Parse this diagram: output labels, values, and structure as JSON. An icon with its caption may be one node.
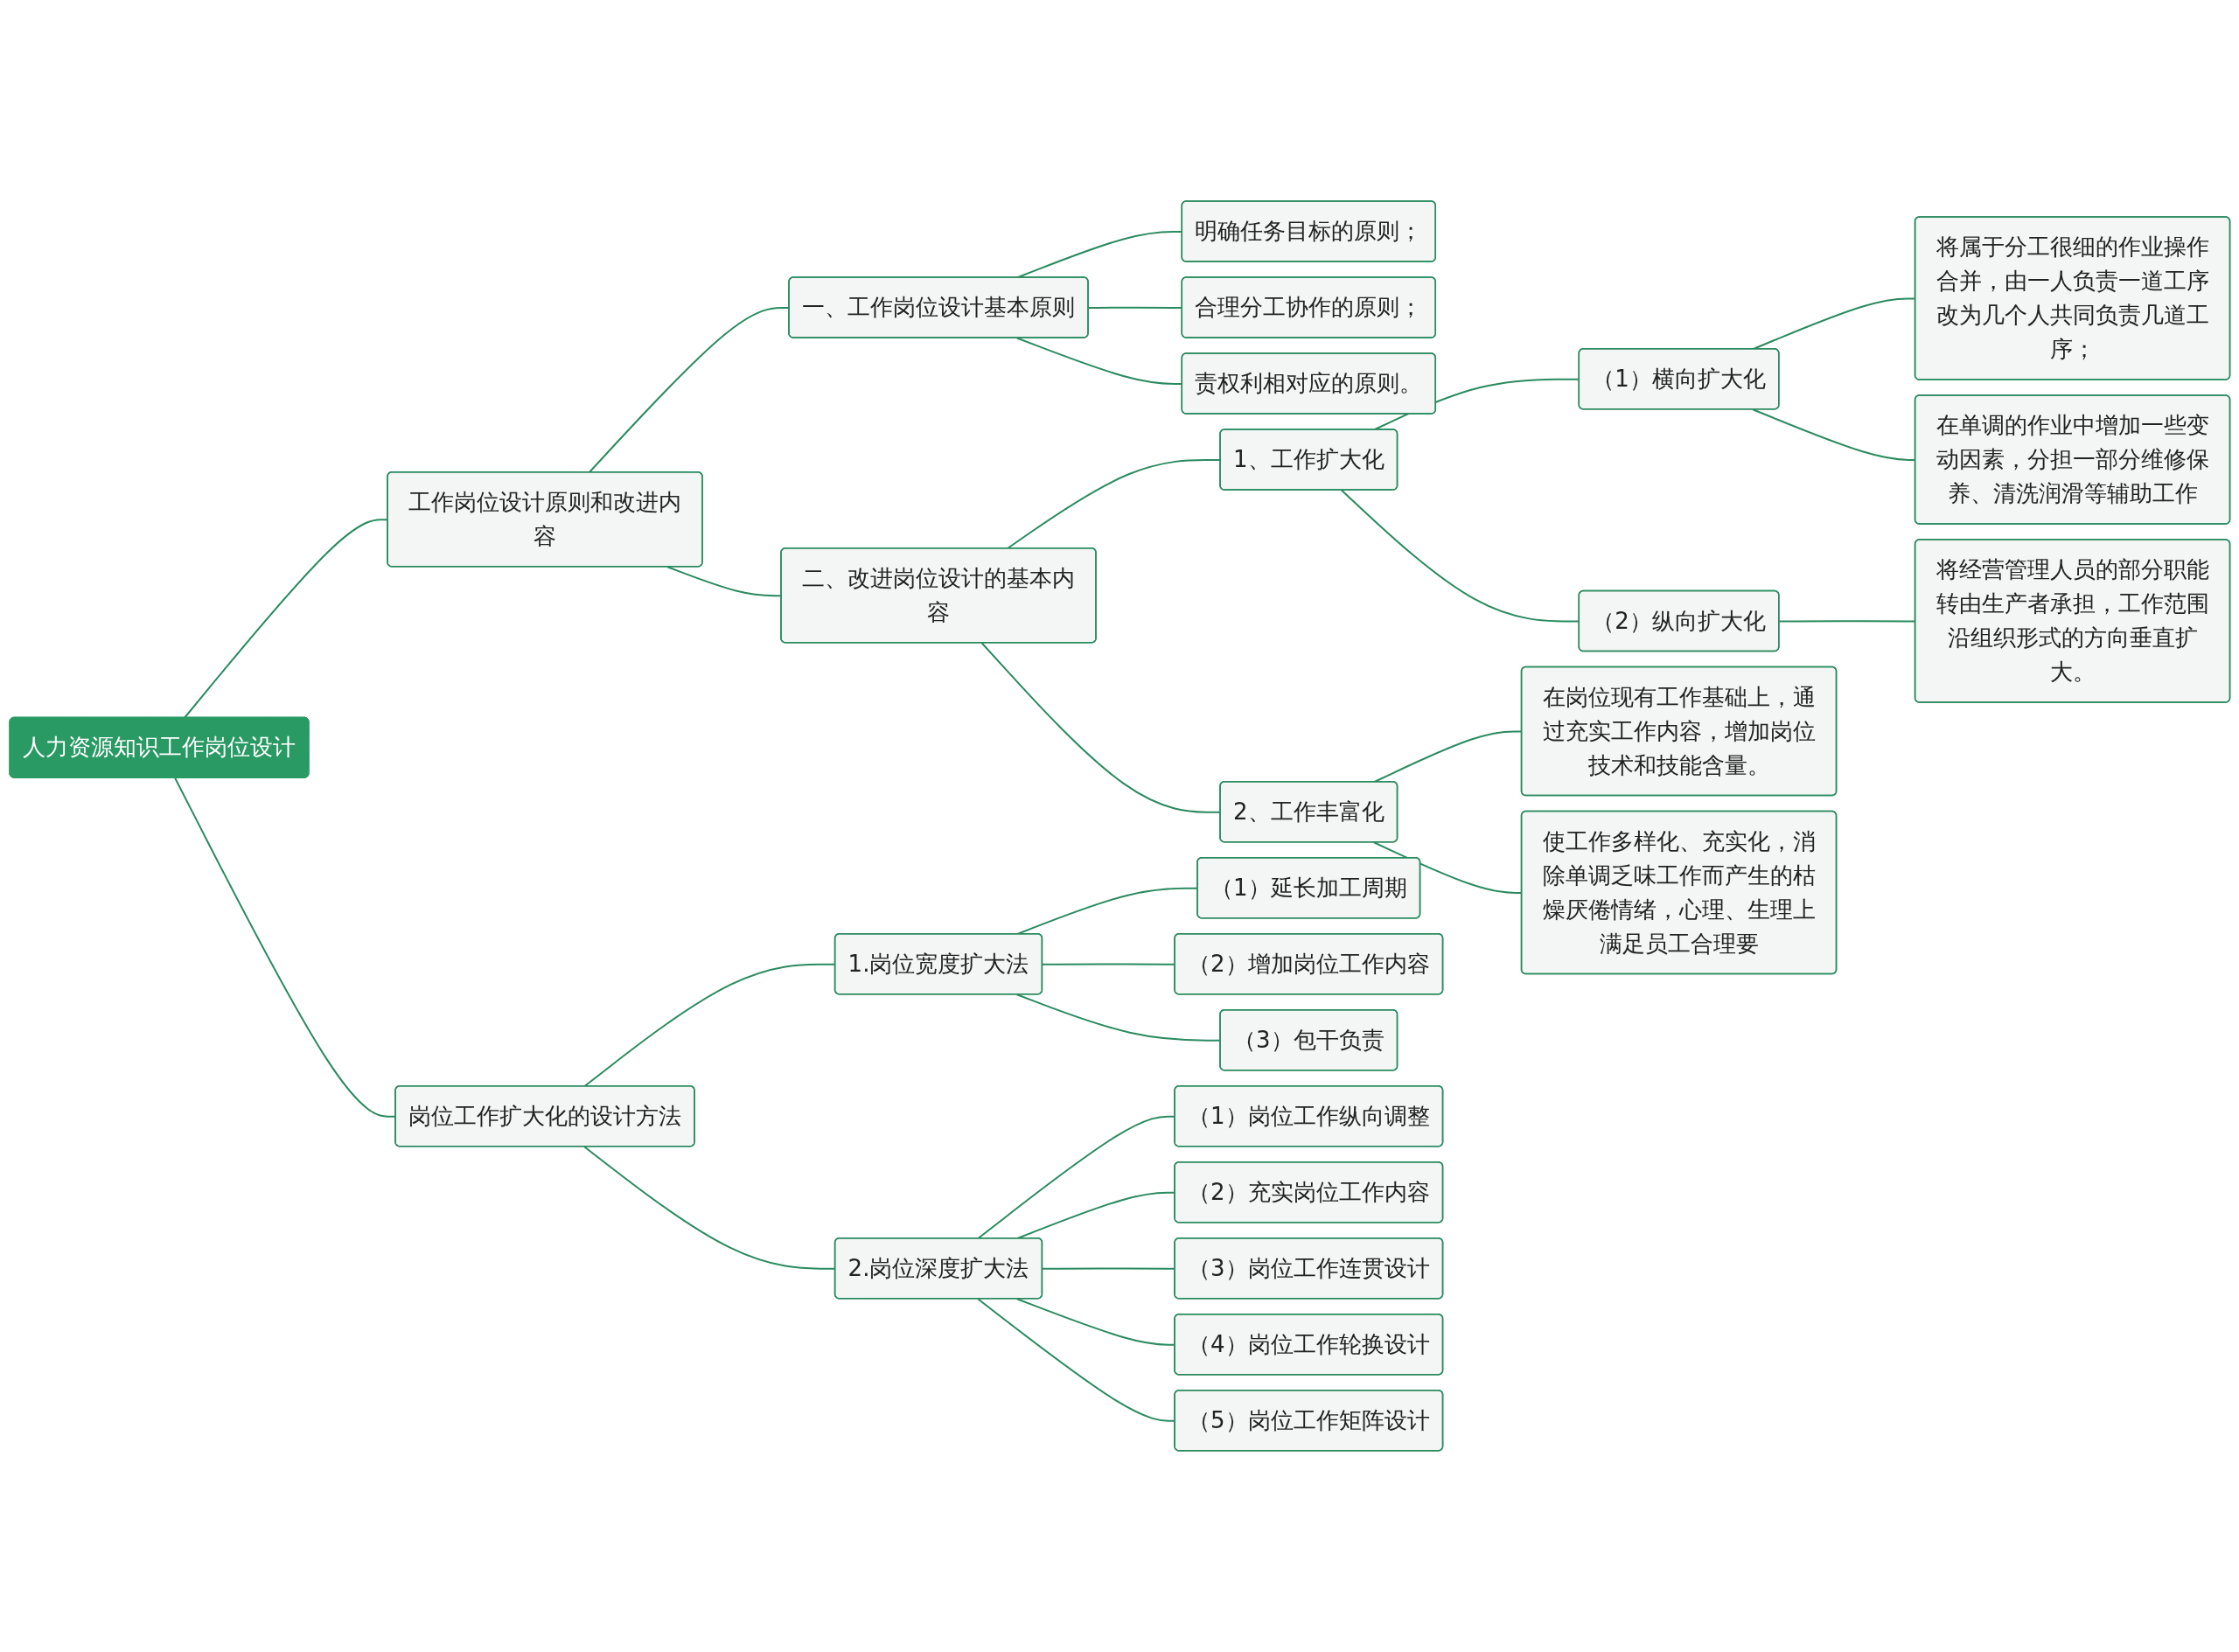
{
  "diagram": {
    "nodes": [
      {
        "text": [
          "人力资源知识工作岗位设计"
        ]
      },
      {
        "text": [
          "工作岗位设计原则和改进内容"
        ]
      },
      {
        "text": [
          "一、工作岗位设计基本原则"
        ]
      },
      {
        "text": [
          "明确任务目标的原则；"
        ]
      },
      {
        "text": [
          "合理分工协作的原则；"
        ]
      },
      {
        "text": [
          "责权利相对应的原则。"
        ]
      },
      {
        "text": [
          "二、改进岗位设计的基本内容"
        ]
      },
      {
        "text": [
          "1、工作扩大化"
        ]
      },
      {
        "text": [
          "（1）横向扩大化"
        ]
      },
      {
        "text": [
          "将属于分工很细的作业操作合并，由一人负责一道工序改为几个人共同负责几道工序；"
        ]
      },
      {
        "text": [
          "在单调的作业中增加一些变动因素，分担一部分维修保养、清洗润滑等辅助工作"
        ]
      },
      {
        "text": [
          "（2）纵向扩大化"
        ]
      },
      {
        "text": [
          "将经营管理人员的部分职能转由生产者承担，工作范围沿组织形式的方向垂直扩大。"
        ]
      },
      {
        "text": [
          "2、工作丰富化"
        ]
      },
      {
        "text": [
          "在岗位现有工作基础上，通过充实工作内容，增加岗位技术和技能含量。"
        ]
      },
      {
        "text": [
          "使工作多样化、充实化，消除单调乏味工作而产生的枯燥厌倦情绪，心理、生理上满足员工合理要"
        ]
      },
      {
        "text": [
          "岗位工作扩大化的设计方法"
        ]
      },
      {
        "text": [
          "1.岗位宽度扩大法"
        ]
      },
      {
        "text": [
          "（1）延长加工周期"
        ]
      },
      {
        "text": [
          "（2）增加岗位工作内容"
        ]
      },
      {
        "text": [
          "（3）包干负责"
        ]
      },
      {
        "text": [
          "2.岗位深度扩大法"
        ]
      },
      {
        "text": [
          "（1）岗位工作纵向调整"
        ]
      },
      {
        "text": [
          "（2）充实岗位工作内容"
        ]
      },
      {
        "text": [
          "（3）岗位工作连贯设计"
        ]
      },
      {
        "text": [
          "（4）岗位工作轮换设计"
        ]
      },
      {
        "text": [
          "（5）岗位工作矩阵设计"
        ]
      }
    ],
    "edges": [
      {
        "from": 0,
        "to": 1,
        "arrow": "none"
      },
      {
        "from": 1,
        "to": 2,
        "arrow": "none"
      },
      {
        "from": 2,
        "to": 3,
        "arrow": "none"
      },
      {
        "from": 2,
        "to": 4,
        "arrow": "none"
      },
      {
        "from": 2,
        "to": 5,
        "arrow": "none"
      },
      {
        "from": 1,
        "to": 6,
        "arrow": "none"
      },
      {
        "from": 6,
        "to": 7,
        "arrow": "none"
      },
      {
        "from": 7,
        "to": 8,
        "arrow": "none"
      },
      {
        "from": 8,
        "to": 9,
        "arrow": "none"
      },
      {
        "from": 8,
        "to": 10,
        "arrow": "none"
      },
      {
        "from": 7,
        "to": 11,
        "arrow": "none"
      },
      {
        "from": 11,
        "to": 12,
        "arrow": "none"
      },
      {
        "from": 6,
        "to": 13,
        "arrow": "none"
      },
      {
        "from": 13,
        "to": 14,
        "arrow": "none"
      },
      {
        "from": 13,
        "to": 15,
        "arrow": "none"
      },
      {
        "from": 0,
        "to": 16,
        "arrow": "none"
      },
      {
        "from": 16,
        "to": 17,
        "arrow": "none"
      },
      {
        "from": 17,
        "to": 18,
        "arrow": "none"
      },
      {
        "from": 17,
        "to": 19,
        "arrow": "none"
      },
      {
        "from": 17,
        "to": 20,
        "arrow": "none"
      },
      {
        "from": 16,
        "to": 21,
        "arrow": "none"
      },
      {
        "from": 21,
        "to": 22,
        "arrow": "none"
      },
      {
        "from": 21,
        "to": 23,
        "arrow": "none"
      },
      {
        "from": 21,
        "to": 24,
        "arrow": "none"
      },
      {
        "from": 21,
        "to": 25,
        "arrow": "none"
      },
      {
        "from": 21,
        "to": 26,
        "arrow": "none"
      }
    ]
  }
}
